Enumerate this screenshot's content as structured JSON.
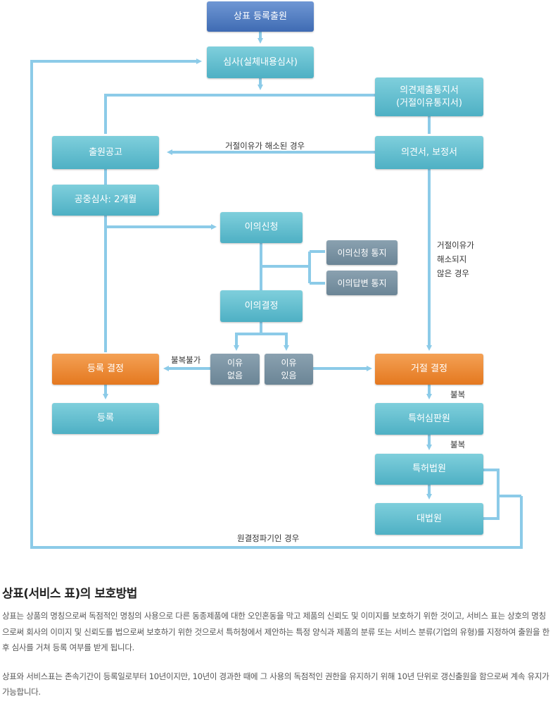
{
  "flow": {
    "apply": "상표 등록출원",
    "exam": "심사(실체내용심사)",
    "opinion_notice": "의견제출통지서\n(거절이유통지서)",
    "publication": "출원공고",
    "written_opinion": "의견서, 보정서",
    "public_exam": "공중심사: 2개월",
    "opposition": "이의신청",
    "opp_notice": "이의신청 통지",
    "opp_reply_notice": "이의답변 통지",
    "opp_decision": "이의결정",
    "no_reason": "이유\n없음",
    "has_reason": "이유\n있음",
    "reg_decision": "등록 결정",
    "reject_decision": "거절 결정",
    "registration": "등록",
    "trial_board": "특허심판원",
    "patent_court": "특허법원",
    "supreme_court": "대법원"
  },
  "labels": {
    "resolved": "거절이유가 해소된 경우",
    "not_resolved": "거절이유가\n해소되지\n않은 경우",
    "no_appeal": "불복불가",
    "appeal_1": "불복",
    "appeal_2": "불복",
    "remand": "원결정파기인 경우"
  },
  "colors": {
    "line": "#8ccbe8",
    "start_box": "#4f7fc6",
    "step_box": "#5bbccc",
    "notice_box": "#7891a2",
    "decision_box": "#ea8a33"
  },
  "text": {
    "title": "상표(서비스 표)의 보호방법",
    "para1": "상표는 상품의 명칭으로써 독점적인 명칭의 사용으로 다른 동종제품에 대한 오인혼동을 막고 제품의 신뢰도 및 이미지를 보호하기 위한 것이고, 서비스 표는 상호의 명칭으로써 회사의 이미지 및 신뢰도를 법으로써 보호하기 위한 것으로서 특허청에서 제안하는 특정 양식과 제품의 분류 또는 서비스 분류(기업의 유형)를 지정하여 출원을 한 후 심사를 거쳐 등록 여부를 받게 됩니다.",
    "para2": "상표와 서비스표는 존속기간이 등록일로부터 10년이지만, 10년이 경과한 때에 그 사용의 독점적인 권한을 유지하기 위해 10년 단위로 갱신출원을 함으로써 계속 유지가 가능합니다."
  }
}
